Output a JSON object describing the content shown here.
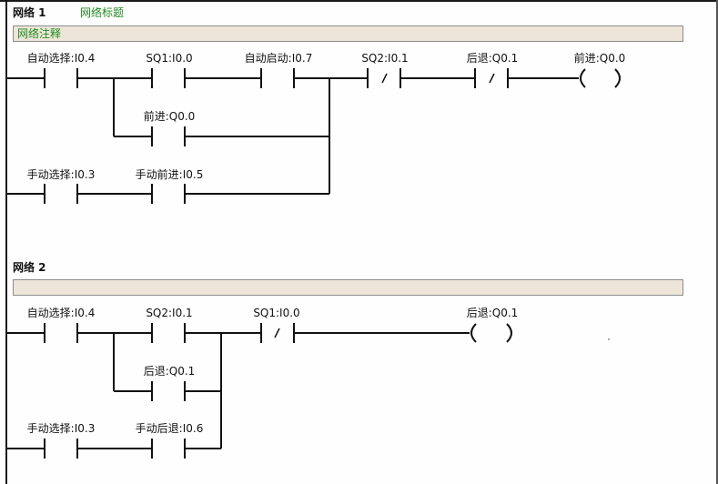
{
  "network1": {
    "header": "网络 1",
    "title": "网络标题",
    "comment": "网络注释",
    "contacts": {
      "auto_select": "自动选择:I0.4",
      "sq1": "SQ1:I0.0",
      "auto_start": "自动启动:I0.7",
      "sq2_nc": "SQ2:I0.1",
      "backward_nc": "后退:Q0.1",
      "forward_hold": "前进:Q0.0",
      "manual_select": "手动选择:I0.3",
      "manual_forward": "手动前进:I0.5"
    },
    "coil": "前进:Q0.0"
  },
  "network2": {
    "header": "网络 2",
    "comment": "",
    "contacts": {
      "auto_select": "自动选择:I0.4",
      "sq2": "SQ2:I0.1",
      "sq1_nc": "SQ1:I0.0",
      "backward_hold": "后退:Q0.1",
      "manual_select": "手动选择:I0.3",
      "manual_backward": "手动后退:I0.6"
    },
    "coil": "后退:Q0.1"
  }
}
